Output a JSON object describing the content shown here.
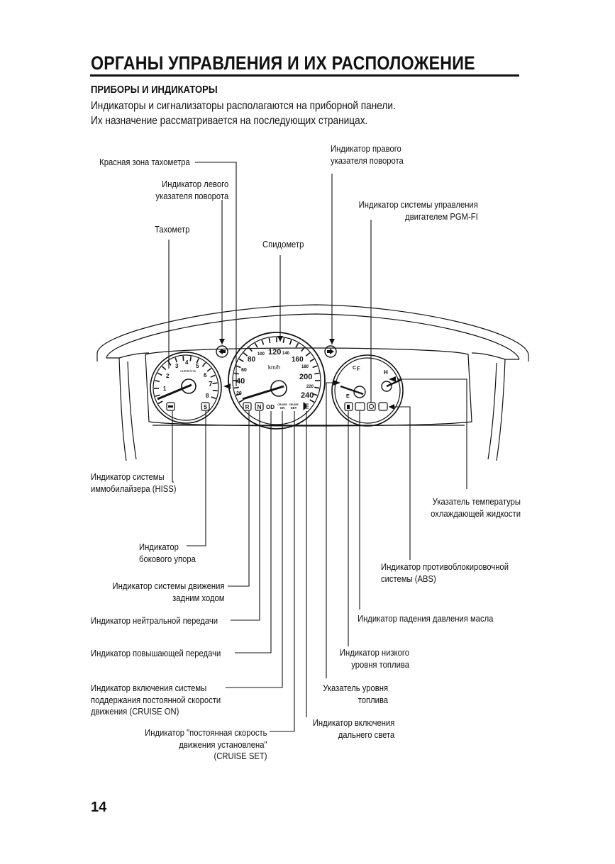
{
  "header": {
    "title": "ОРГАНЫ УПРАВЛЕНИЯ И ИХ РАСПОЛОЖЕНИЕ",
    "section": "ПРИБОРЫ И ИНДИКАТОРЫ",
    "intro": [
      "Индикаторы и сигнализаторы располагаются на приборной панели.",
      "Их назначение рассматривается на последующих страницах."
    ]
  },
  "labels": {
    "tacho_redzone": [
      "Красная зона тахометра"
    ],
    "left_turn": [
      "Индикатор левого",
      "указателя поворота"
    ],
    "tachometer": [
      "Тахометр"
    ],
    "speedometer": [
      "Спидометр"
    ],
    "right_turn": [
      "Индикатор правого",
      "указателя поворота"
    ],
    "pgmfi": [
      "Индикатор системы управления",
      "двигателем PGM-FI"
    ],
    "hiss": [
      "Индикатор системы",
      "иммобилайзера (HISS)"
    ],
    "coolant_temp": [
      "Указатель температуры",
      "охлаждающей жидкости"
    ],
    "side_stand": [
      "Индикатор",
      "бокового упора"
    ],
    "abs": [
      "Индикатор противоблокировочной",
      "системы (ABS)"
    ],
    "reverse": [
      "Индикатор системы движения",
      "задним ходом"
    ],
    "oil_pressure": [
      "Индикатор падения давления масла"
    ],
    "neutral": [
      "Индикатор нейтральной передачи"
    ],
    "low_fuel": [
      "Индикатор низкого",
      "уровня топлива"
    ],
    "overdrive": [
      "Индикатор повышающей передачи"
    ],
    "cruise_on": [
      "Индикатор включения системы",
      "поддержания постоянной скорости",
      "движения (CRUISE ON)"
    ],
    "fuel_gauge": [
      "Указатель уровня",
      "топлива"
    ],
    "high_beam": [
      "Индикатор включения",
      "дальнего света"
    ],
    "cruise_set": [
      "Индикатор \"постоянная скорость",
      "движения установлена\"",
      "(CRUISE SET)"
    ]
  },
  "gauges": {
    "tacho_numbers": [
      "1",
      "2",
      "3",
      "4",
      "5",
      "6",
      "7",
      "8"
    ],
    "tacho_unit": "x1000r/min",
    "speedo_numbers": [
      "20",
      "40",
      "60",
      "80",
      "100",
      "120",
      "140",
      "160",
      "180",
      "200",
      "220",
      "240"
    ],
    "speedo_unit": "km/h",
    "temp_marks": [
      "C",
      "H"
    ],
    "fuel_marks": [
      "E",
      "F"
    ],
    "lamp_letters": [
      "R",
      "N",
      "OD",
      "CRUISE",
      "ON",
      "CRUISE",
      "SET",
      "S"
    ]
  },
  "page_number": "14"
}
